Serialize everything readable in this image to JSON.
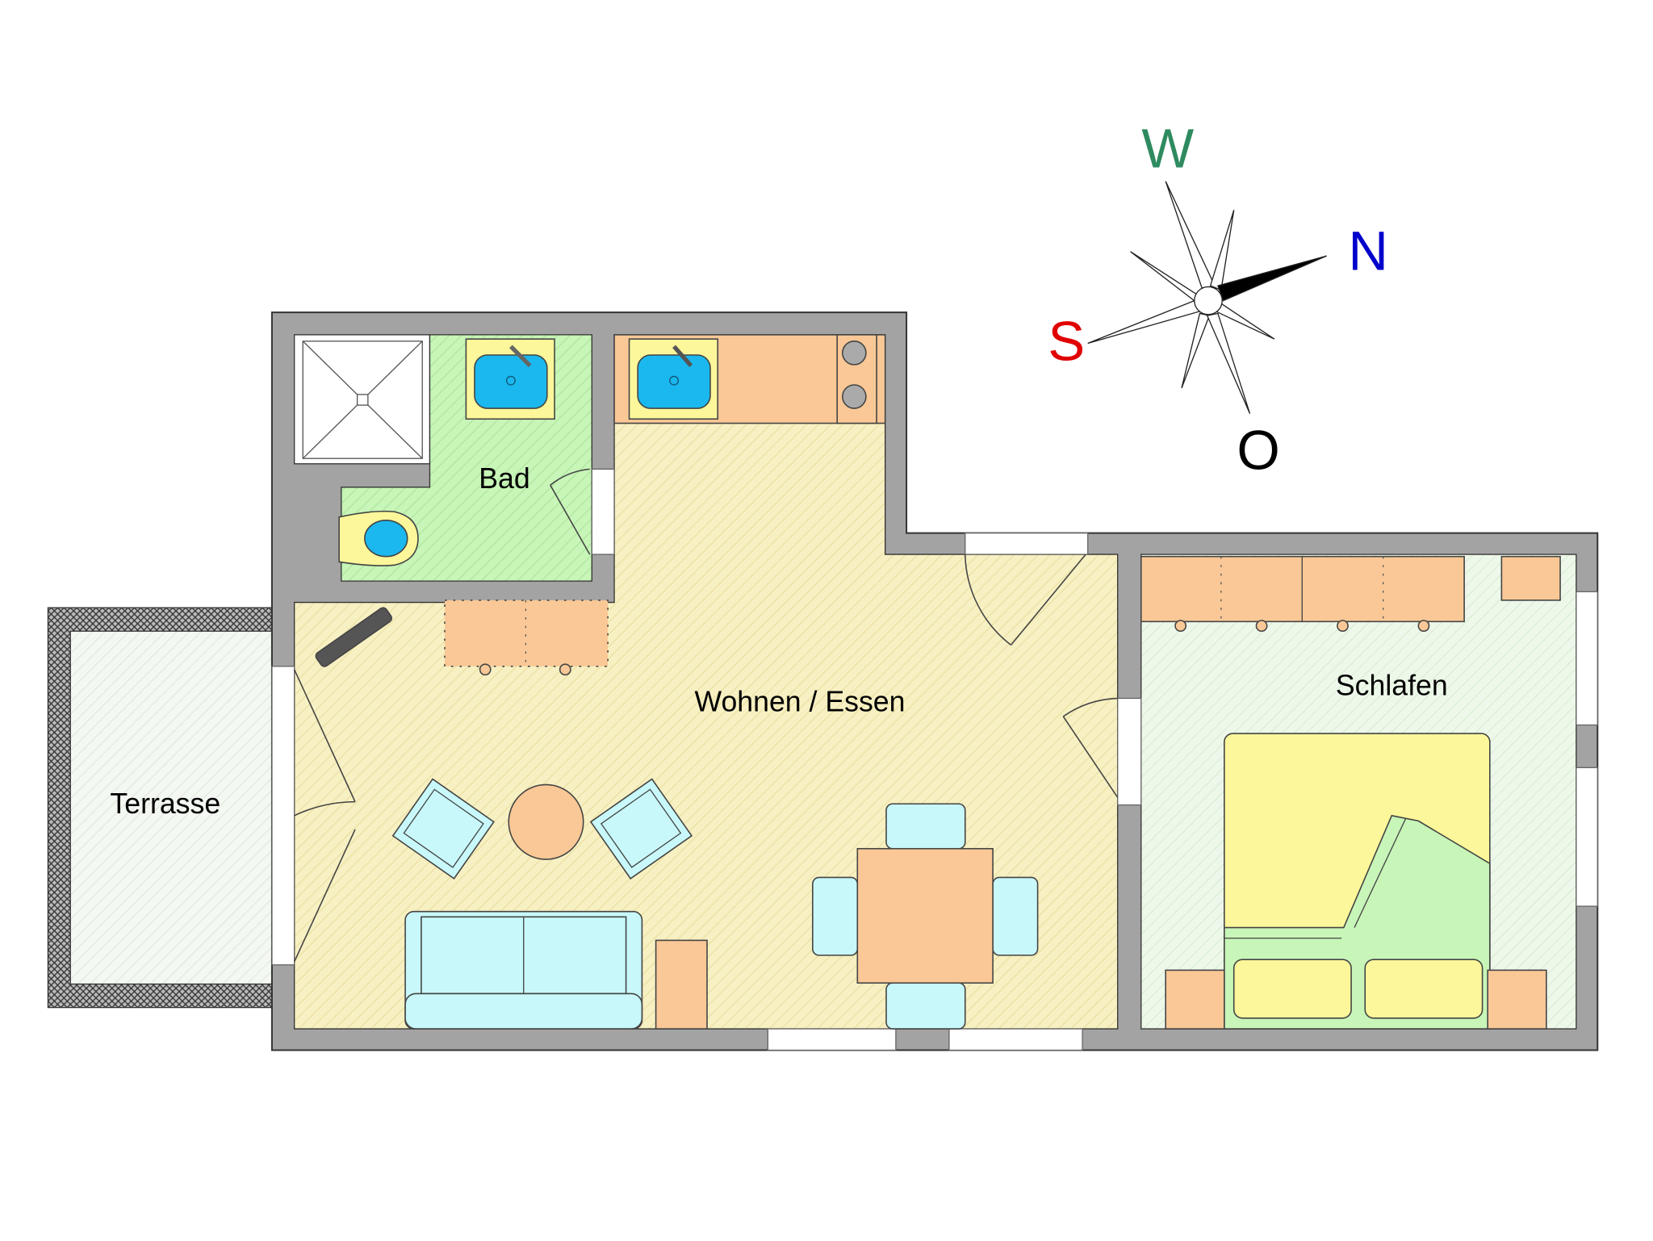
{
  "rooms": {
    "bath": "Bad",
    "living": "Wohnen / Essen",
    "bedroom": "Schlafen",
    "terrace": "Terrasse"
  },
  "compass": {
    "west": "W",
    "north": "N",
    "south": "S",
    "east": "O",
    "colors": {
      "west": "#2e8b60",
      "north": "#0000cc",
      "south": "#e00000",
      "east": "#000000"
    }
  },
  "colors": {
    "wall": "#a3a3a3",
    "living_floor": "#f7f0c0",
    "bath_floor": "#c8f5b8",
    "bedroom_floor": "#e8f6e4",
    "furniture": "#f9c896",
    "seating": "#c8f8fa",
    "water": "#1ab8ee"
  }
}
